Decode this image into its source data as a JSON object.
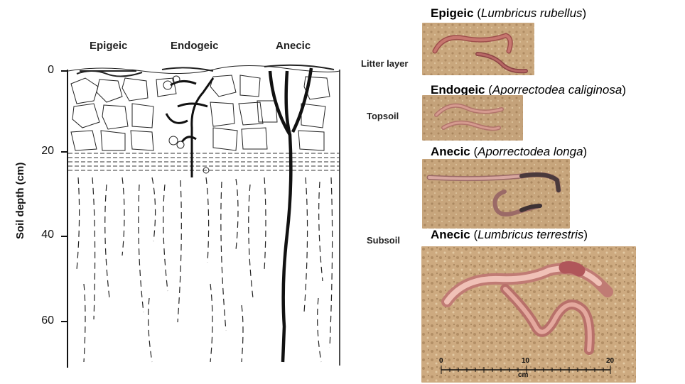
{
  "diagram": {
    "column_labels": [
      "Epigeic",
      "Endogeic",
      "Anecic"
    ],
    "y_axis_title": "Soil depth (cm)",
    "y_ticks": [
      "0",
      "20",
      "40",
      "60"
    ],
    "layer_labels": [
      "Litter layer",
      "Topsoil",
      "Subsoil"
    ]
  },
  "species": [
    {
      "category": "Epigeic",
      "name": "Lumbricus rubellus"
    },
    {
      "category": "Endogeic",
      "name": "Aporrectodea caliginosa"
    },
    {
      "category": "Anecic",
      "name": "Aporrectodea longa"
    },
    {
      "category": "Anecic",
      "name": "Lumbricus terrestris"
    }
  ],
  "scale_bar": {
    "ticks": [
      "0",
      "10",
      "20"
    ],
    "unit": "cm"
  },
  "colors": {
    "soil_photo": "#c9a77d",
    "worm": "#c7776f",
    "worm_light": "#e8b3a8",
    "line": "#111111"
  }
}
